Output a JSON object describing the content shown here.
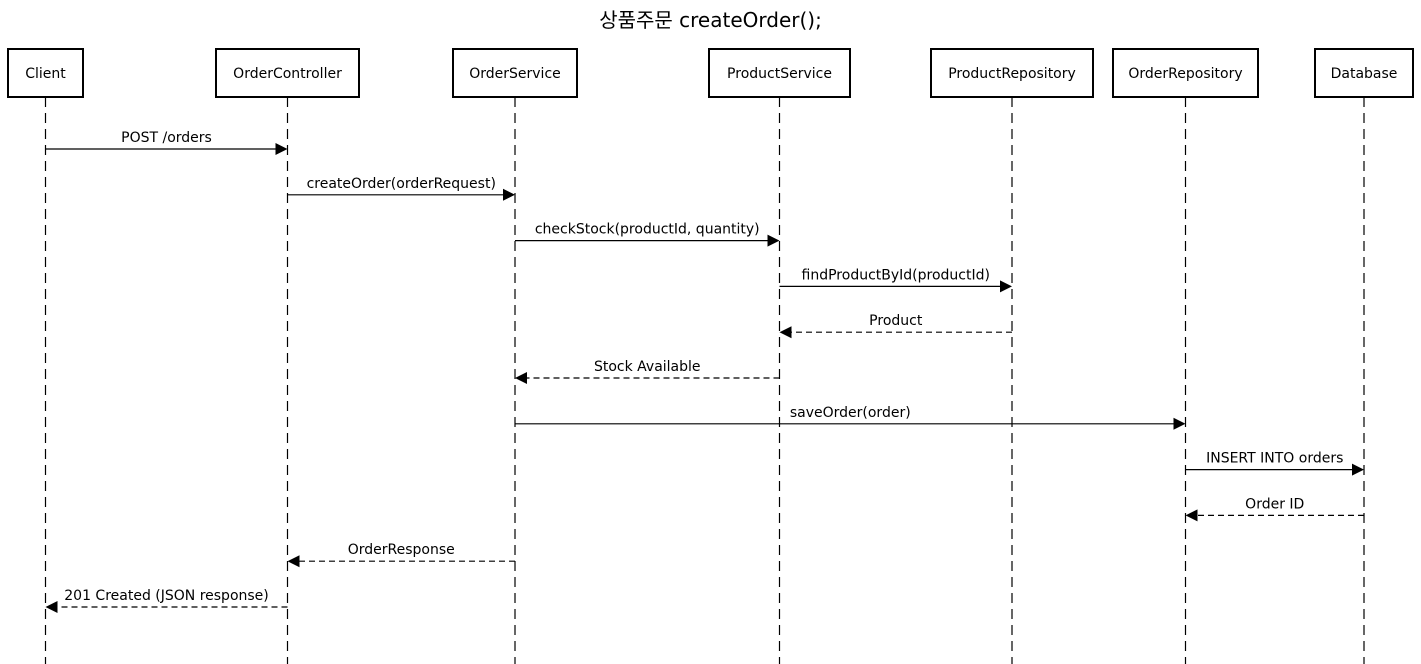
{
  "title": "상품주문 createOrder();",
  "participants": [
    {
      "id": "client",
      "label": "Client"
    },
    {
      "id": "orderController",
      "label": "OrderController"
    },
    {
      "id": "orderService",
      "label": "OrderService"
    },
    {
      "id": "productService",
      "label": "ProductService"
    },
    {
      "id": "productRepository",
      "label": "ProductRepository"
    },
    {
      "id": "orderRepository",
      "label": "OrderRepository"
    },
    {
      "id": "database",
      "label": "Database"
    }
  ],
  "messages": [
    {
      "from": "client",
      "to": "orderController",
      "label": "POST /orders",
      "style": "solid"
    },
    {
      "from": "orderController",
      "to": "orderService",
      "label": "createOrder(orderRequest)",
      "style": "solid"
    },
    {
      "from": "orderService",
      "to": "productService",
      "label": "checkStock(productId, quantity)",
      "style": "solid"
    },
    {
      "from": "productService",
      "to": "productRepository",
      "label": "findProductById(productId)",
      "style": "solid"
    },
    {
      "from": "productRepository",
      "to": "productService",
      "label": "Product",
      "style": "dashed"
    },
    {
      "from": "productService",
      "to": "orderService",
      "label": "Stock Available",
      "style": "dashed"
    },
    {
      "from": "orderService",
      "to": "orderRepository",
      "label": "saveOrder(order)",
      "style": "solid"
    },
    {
      "from": "orderRepository",
      "to": "database",
      "label": "INSERT INTO orders",
      "style": "solid"
    },
    {
      "from": "database",
      "to": "orderRepository",
      "label": "Order ID",
      "style": "dashed"
    },
    {
      "from": "orderService",
      "to": "orderController",
      "label": "OrderResponse",
      "style": "dashed"
    },
    {
      "from": "orderController",
      "to": "client",
      "label": "201 Created (JSON response)",
      "style": "dashed"
    }
  ]
}
